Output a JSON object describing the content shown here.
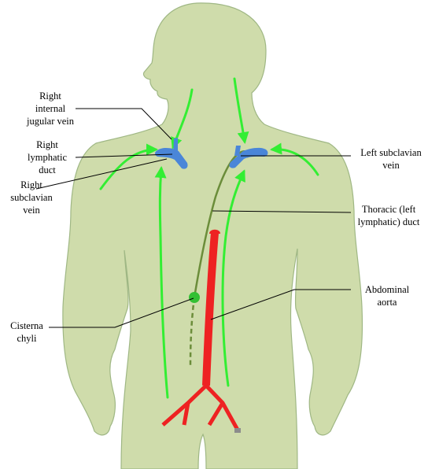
{
  "diagram": {
    "colors": {
      "body_fill": "#cfdcab",
      "body_outline": "#9fb784",
      "lymph_green": "#33ee33",
      "thoracic_duct": "#6b8d3a",
      "vein_blue": "#4a86d8",
      "aorta_red": "#ee2222",
      "leader_line": "#000000"
    },
    "labels": {
      "right_internal_jugular_vein": "Right\ninternal\njugular vein",
      "right_lymphatic_duct": "Right\nlymphatic\nduct",
      "right_subclavian_vein": "Right\nsubclavian\nvein",
      "left_subclavian_vein": "Left subclavian\nvein",
      "thoracic_duct": "Thoracic (left\nlymphatic) duct",
      "abdominal_aorta": "Abdominal\naorta",
      "cisterna_chyli": "Cisterna\nchyli"
    }
  }
}
